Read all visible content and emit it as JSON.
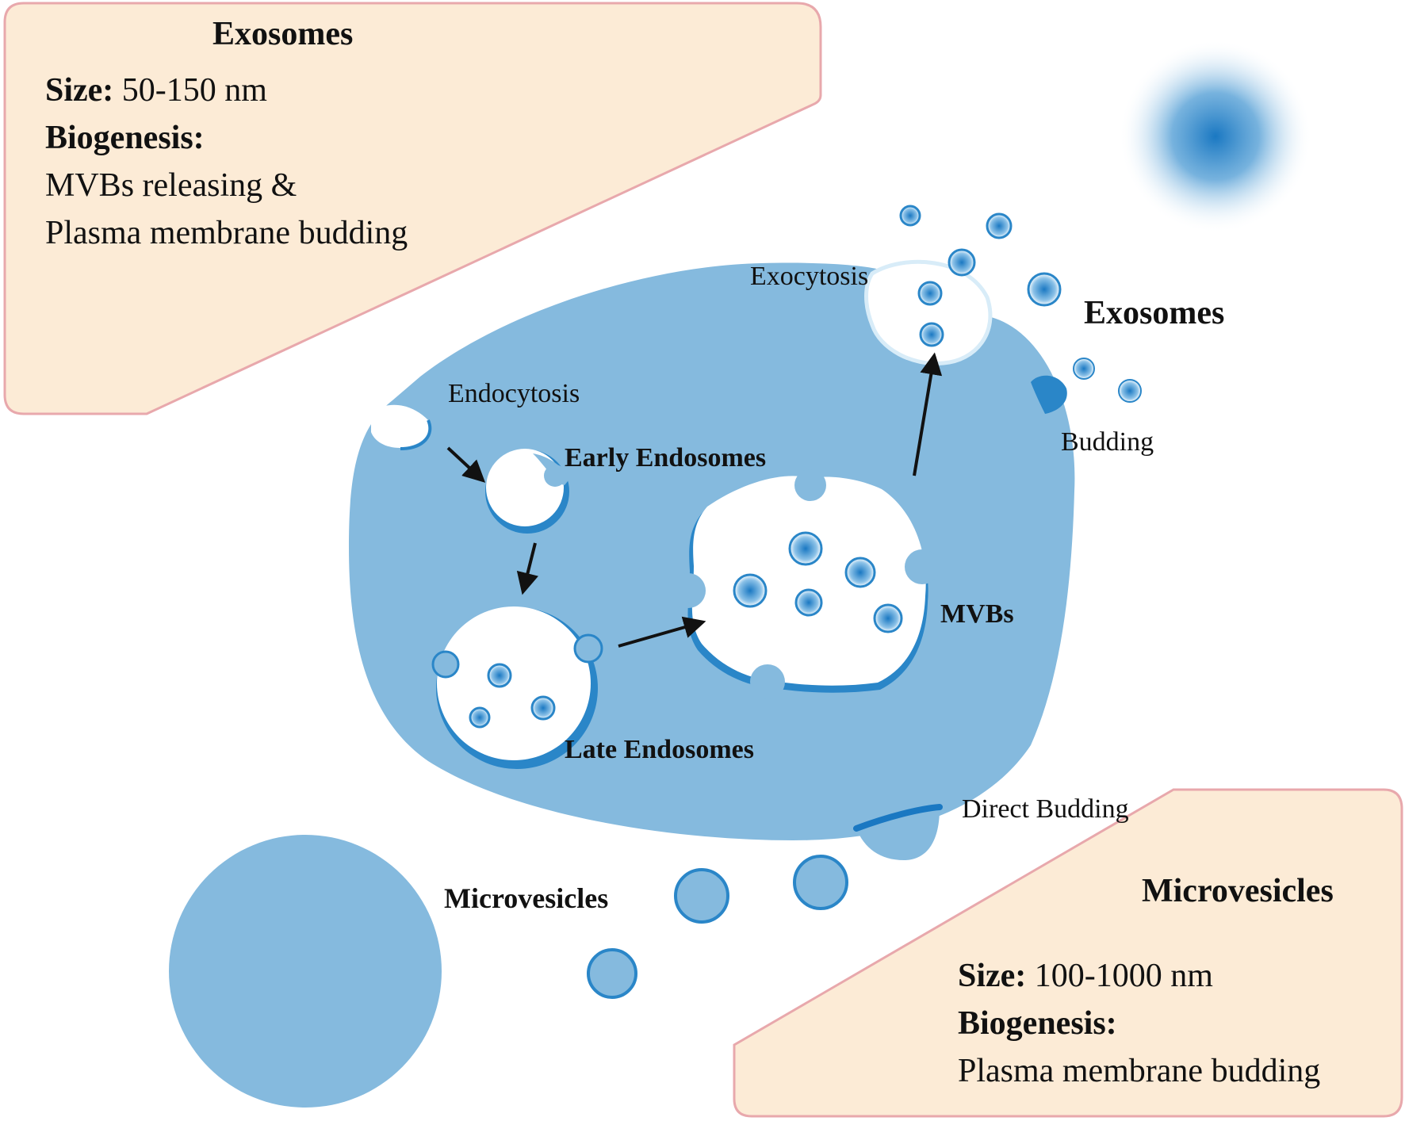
{
  "exosome_info": {
    "title": "Exosomes",
    "size_label": "Size:",
    "size_value": " 50-150 nm",
    "biogenesis_label": "Biogenesis:",
    "biogenesis_line1": "MVBs releasing &",
    "biogenesis_line2": "Plasma membrane budding"
  },
  "microvesicle_info": {
    "title": "Microvesicles",
    "size_label": "Size:",
    "size_value": " 100-1000 nm",
    "biogenesis_label": "Biogenesis:",
    "biogenesis_line1": "Plasma membrane budding"
  },
  "labels": {
    "exocytosis": "Exocytosis",
    "exosomes": "Exosomes",
    "endocytosis": "Endocytosis",
    "early_endosomes": "Early Endosomes",
    "budding": "Budding",
    "mvbs": "MVBs",
    "late_endosomes": "Late Endosomes",
    "direct_budding": "Direct Budding",
    "microvesicles": "Microvesicles"
  },
  "colors": {
    "cell_fill": "#85bade",
    "membrane": "#2a86c8",
    "info_box_fill": "#fcebd6",
    "info_box_border": "#e8a8ac",
    "arrow": "#111111"
  }
}
